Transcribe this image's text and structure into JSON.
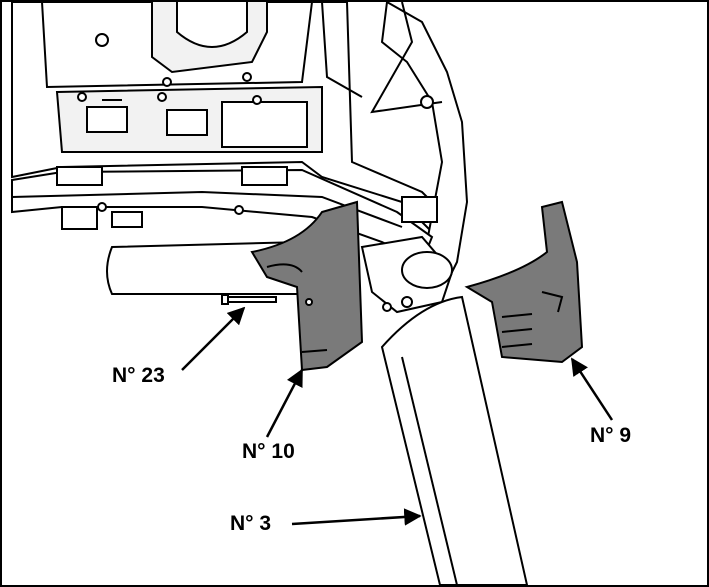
{
  "callouts": {
    "part_23": "N° 23",
    "part_10": "N° 10",
    "part_9": "N° 9",
    "part_3": "N° 3"
  },
  "colors": {
    "line": "#000000",
    "part_fill": "#7a7a7a",
    "background": "#ffffff",
    "light_fill": "#f2f2f2"
  }
}
